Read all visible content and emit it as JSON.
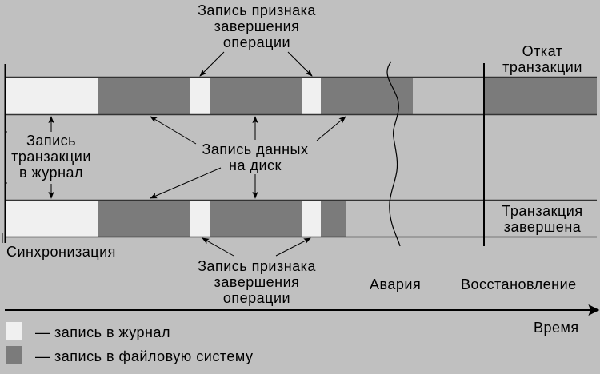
{
  "colors": {
    "background": "#c0c0c0",
    "journal": "#f0f0f0",
    "filesystem": "#7b7b7b",
    "ink": "#000000"
  },
  "labels": {
    "completion_top": [
      "Запись признака",
      "завершения",
      "операции"
    ],
    "completion_bottom": [
      "Запись признака",
      "завершения",
      "операции"
    ],
    "rollback": [
      "Откат",
      "транзакции"
    ],
    "committed": [
      "Транзакция",
      "завершена"
    ],
    "journal_write": [
      "Запись",
      "транзакции",
      "в журнал"
    ],
    "data_write": [
      "Запись данных",
      "на диск"
    ],
    "sync": "Синхронизация",
    "crash": "Авария",
    "recovery": "Восстановление",
    "time_axis": "Время"
  },
  "legend": [
    {
      "kind": "journal",
      "text": "— запись в журнал"
    },
    {
      "kind": "filesystem",
      "text": "— запись в файловую систему"
    }
  ],
  "tracks": [
    {
      "name": "top",
      "segments": [
        {
          "kind": "journal"
        },
        {
          "kind": "filesystem"
        },
        {
          "kind": "journal"
        },
        {
          "kind": "filesystem"
        },
        {
          "kind": "journal"
        },
        {
          "kind": "filesystem"
        },
        {
          "kind": "empty"
        },
        {
          "kind": "filesystem"
        }
      ]
    },
    {
      "name": "bottom",
      "segments": [
        {
          "kind": "journal"
        },
        {
          "kind": "filesystem"
        },
        {
          "kind": "journal"
        },
        {
          "kind": "filesystem"
        },
        {
          "kind": "journal"
        },
        {
          "kind": "filesystem"
        }
      ]
    }
  ],
  "icons": {
    "crash_marker": "wavy-line-icon",
    "time_arrow": "arrow-right-icon"
  }
}
